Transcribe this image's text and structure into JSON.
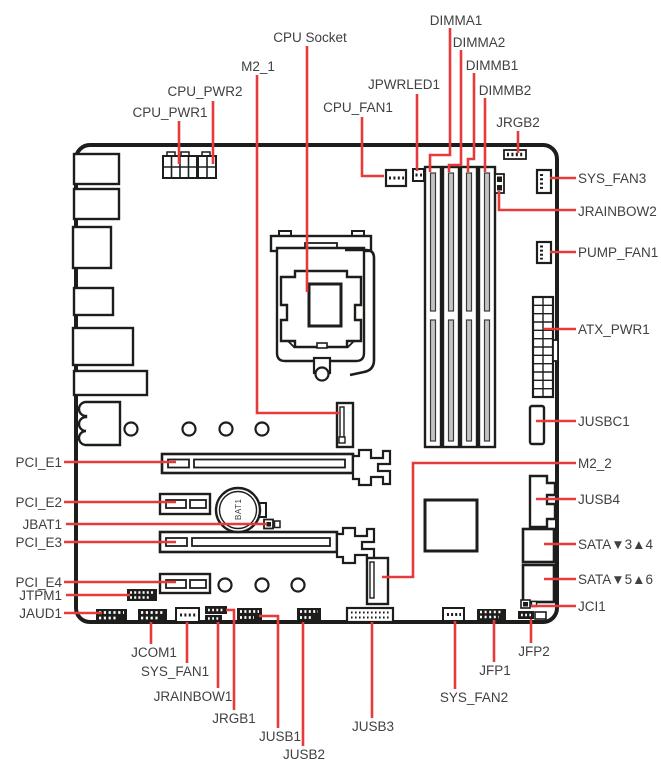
{
  "diagram": {
    "type": "motherboard-connector-overview-diagram",
    "colors": {
      "leader_line": "#e63b3c",
      "outline": "#1d1d1b",
      "label_text": "#414042",
      "slot_inner_fill": "#c4c4c4"
    },
    "labels": {
      "cpu_socket": "CPU Socket",
      "m2_1": "M2_1",
      "dimma1": "DIMMA1",
      "dimma2": "DIMMA2",
      "dimmb1": "DIMMB1",
      "dimmb2": "DIMMB2",
      "jpwrled1": "JPWRLED1",
      "cpu_fan1": "CPU_FAN1",
      "jrgb2": "JRGB2",
      "cpu_pwr2": "CPU_PWR2",
      "cpu_pwr1": "CPU_PWR1",
      "sys_fan3": "SYS_FAN3",
      "jrainbow2": "JRAINBOW2",
      "pump_fan1": "PUMP_FAN1",
      "atx_pwr1": "ATX_PWR1",
      "jusbc1": "JUSBC1",
      "m2_2": "M2_2",
      "jusb4": "JUSB4",
      "sata34": "SATA▼3▲4",
      "sata56": "SATA▼5▲6",
      "jci1": "JCI1",
      "jfp2": "JFP2",
      "jfp1": "JFP1",
      "sys_fan2": "SYS_FAN2",
      "jusb3": "JUSB3",
      "jusb2": "JUSB2",
      "jusb1": "JUSB1",
      "jrgb1": "JRGB1",
      "jrainbow1": "JRAINBOW1",
      "sys_fan1": "SYS_FAN1",
      "jcom1": "JCOM1",
      "pci_e1": "PCI_E1",
      "pci_e2": "PCI_E2",
      "jbat1": "JBAT1",
      "pci_e3": "PCI_E3",
      "pci_e4": "PCI_E4",
      "jtpm1": "JTPM1",
      "jaud1": "JAUD1",
      "bat1": "BAT1"
    }
  }
}
